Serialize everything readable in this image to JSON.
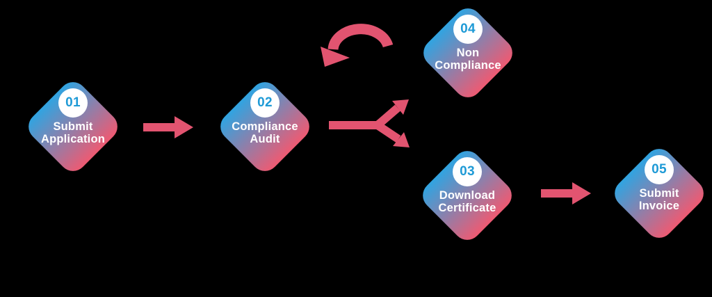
{
  "colors": {
    "background": "#000000",
    "diamond_gradient_start": "#30A4E1",
    "diamond_gradient_end": "#EE5A72",
    "arrow": "#E25470",
    "badge_background": "#FFFFFF",
    "badge_number": "#1E9AD6",
    "label_text": "#FFFFFF"
  },
  "steps": [
    {
      "number": "01",
      "label_line1": "Submit",
      "label_line2": "Application"
    },
    {
      "number": "02",
      "label_line1": "Compliance",
      "label_line2": "Audit"
    },
    {
      "number": "03",
      "label_line1": "Download",
      "label_line2": "Certificate"
    },
    {
      "number": "04",
      "label_line1": "Non",
      "label_line2": "Compliance"
    },
    {
      "number": "05",
      "label_line1": "Submit",
      "label_line2": "Invoice"
    }
  ],
  "connectors": [
    {
      "name": "arrow-step1-to-step2",
      "type": "straight-arrow"
    },
    {
      "name": "fork-arrow-step2-to-steps-3-4",
      "type": "fork-arrow"
    },
    {
      "name": "loop-arrow-step4-back-to-step2",
      "type": "curved-loop-arrow"
    },
    {
      "name": "arrow-step3-to-step5",
      "type": "straight-arrow"
    }
  ]
}
